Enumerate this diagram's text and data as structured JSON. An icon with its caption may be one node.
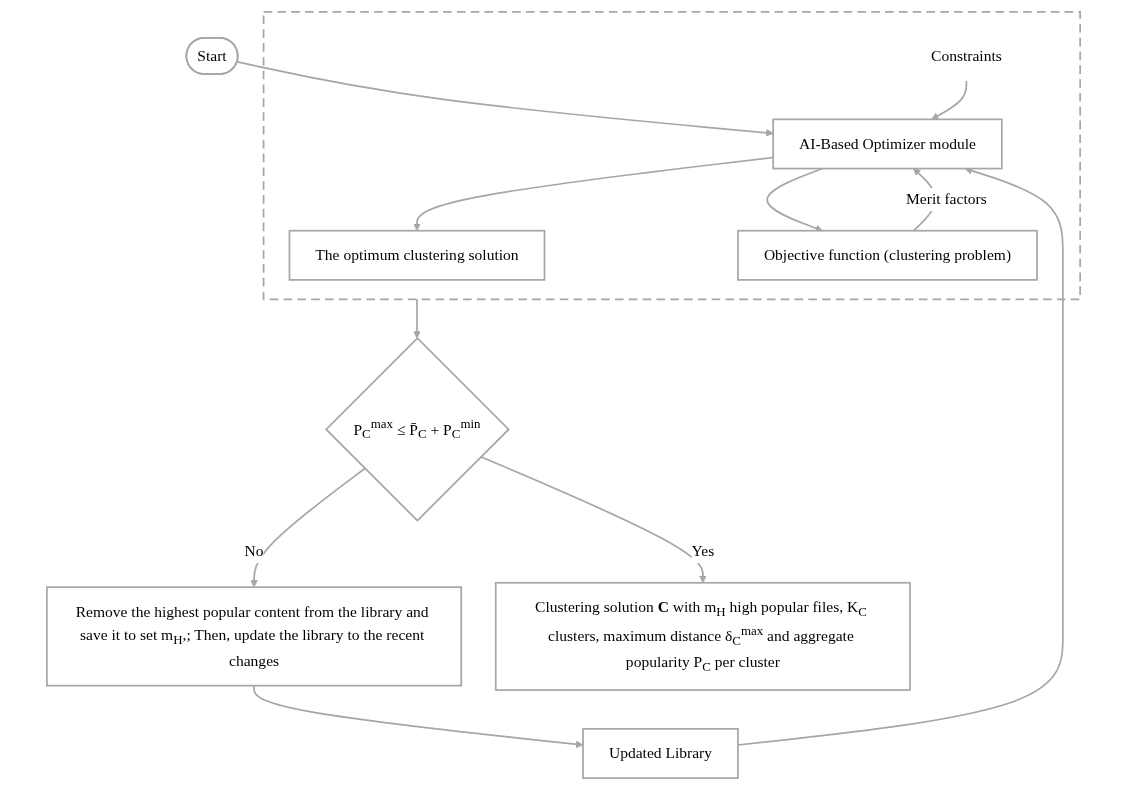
{
  "diagram": {
    "nodes": [
      {
        "text": [
          "Start"
        ]
      },
      {
        "text": [],
        "shape": "box"
      },
      {
        "text": [
          "The optimum clustering solution"
        ],
        "in": 1
      },
      {
        "text": [
          "AI-Based Optimizer module"
        ],
        "in": 1
      },
      {
        "text": [
          "Constraints"
        ],
        "in": 1
      },
      {
        "text": [
          "Objective function (clustering problem)"
        ],
        "in": 1
      },
      {
        "text": [
          "Updated Library"
        ]
      },
      {
        "text": [
          "Remove the highest popular content from the library and save it to set m$_{H}$,; Then, update the library to the recent changes"
        ]
      },
      {
        "text": [
          "P$_{C}$$^{max}$ ≤ P̄$_{C}$ + P$_{C}$$^{min}$"
        ]
      },
      {
        "text": [
          "Clustering solution **C** with m$_{H}$ high popular files, K$_{C}$ clusters, maximum distance δ$_{C}$$^{max}$ and aggregate popularity P$_{C}$ per cluster"
        ]
      }
    ],
    "edges": [
      {
        "from": 0,
        "to": 3,
        "arrow": "to"
      },
      {
        "from": 6,
        "to": 3,
        "arrow": "to"
      },
      {
        "from": 4,
        "to": 3,
        "arrow": "to"
      },
      {
        "from": 3,
        "to": 2,
        "arrow": "to"
      },
      {
        "from": 3,
        "to": 5,
        "arrow": "to"
      },
      {
        "from": 5,
        "to": 3,
        "arrow": "to",
        "label": "Merit factors"
      },
      {
        "from": 1,
        "to": 8,
        "arrow": "to"
      },
      {
        "from": 8,
        "to": 7,
        "arrow": "to",
        "label": "No"
      },
      {
        "from": 7,
        "to": 6,
        "arrow": "to"
      },
      {
        "from": 8,
        "to": 9,
        "arrow": "to",
        "label": "Yes"
      }
    ]
  }
}
